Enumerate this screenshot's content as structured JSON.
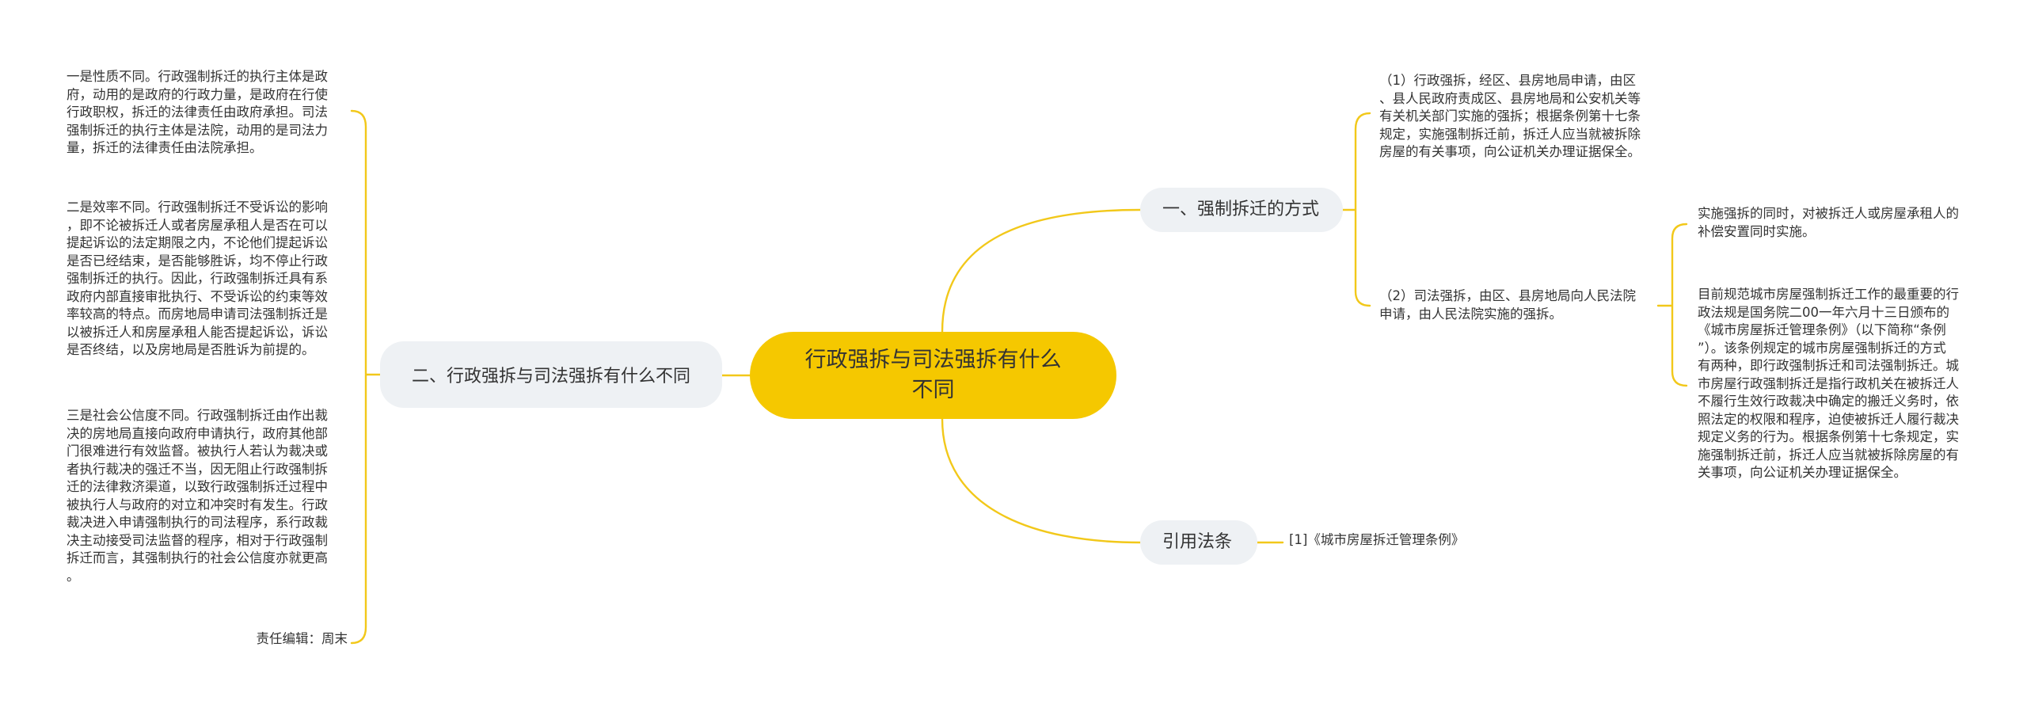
{
  "root": {
    "title": "行政强拆与司法强拆有什么不同"
  },
  "branch_methods": {
    "title": "一、强制拆迁的方式",
    "admin": "（1）行政强拆，经区、县房地局申请，由区\n、县人民政府责成区、县房地局和公安机关等\n有关机关部门实施的强拆；根据条例第十七条\n规定，实施强制拆迁前，拆迁人应当就被拆除\n房屋的有关事项，向公证机关办理证据保全。",
    "judicial": "（2）司法强拆，由区、县房地局向人民法院\n申请，由人民法院实施的强拆。",
    "judicial_note_1": "实施强拆的同时，对被拆迁人或房屋承租人的\n补偿安置同时实施。",
    "judicial_note_2": "目前规范城市房屋强制拆迁工作的最重要的行\n政法规是国务院二00一年六月十三日颁布的\n《城市房屋拆迁管理条例》（以下简称“条例\n”）。该条例规定的城市房屋强制拆迁的方式\n有两种，即行政强制拆迁和司法强制拆迁。城\n市房屋行政强制拆迁是指行政机关在被拆迁人\n不履行生效行政裁决中确定的搬迁义务时，依\n照法定的权限和程序，迫使被拆迁人履行裁决\n规定义务的行为。根据条例第十七条规定，实\n施强制拆迁前，拆迁人应当就被拆除房屋的有\n关事项，向公证机关办理证据保全。"
  },
  "branch_difference": {
    "title": "二、行政强拆与司法强拆有什么不同",
    "nature": "一是性质不同。行政强制拆迁的执行主体是政\n府，动用的是政府的行政力量，是政府在行使\n行政职权，拆迁的法律责任由政府承担。司法\n强制拆迁的执行主体是法院，动用的是司法力\n量，拆迁的法律责任由法院承担。",
    "efficiency": "二是效率不同。行政强制拆迁不受诉讼的影响\n，即不论被拆迁人或者房屋承租人是否在可以\n提起诉讼的法定期限之内，不论他们提起诉讼\n是否已经结束，是否能够胜诉，均不停止行政\n强制拆迁的执行。因此，行政强制拆迁具有系\n政府内部直接审批执行、不受诉讼的约束等效\n率较高的特点。而房地局申请司法强制拆迁是\n以被拆迁人和房屋承租人能否提起诉讼，诉讼\n是否终结，以及房地局是否胜诉为前提的。",
    "credibility": "三是社会公信度不同。行政强制拆迁由作出裁\n决的房地局直接向政府申请执行，政府其他部\n门很难进行有效监督。被执行人若认为裁决或\n者执行裁决的强迁不当，因无阻止行政强制拆\n迁的法律救济渠道，以致行政强制拆迁过程中\n被执行人与政府的对立和冲突时有发生。行政\n裁决进入申请强制执行的司法程序，系行政裁\n决主动接受司法监督的程序，相对于行政强制\n拆迁而言，其强制执行的社会公信度亦就更高\n。",
    "editor": "责任编辑：周末"
  },
  "branch_citation": {
    "title": "引用法条",
    "ref": "[1]《城市房屋拆迁管理条例》"
  },
  "colors": {
    "root_fill": "#f5c800",
    "branch_fill": "#eef1f4",
    "link": "#f2c81a",
    "text": "#333333"
  }
}
